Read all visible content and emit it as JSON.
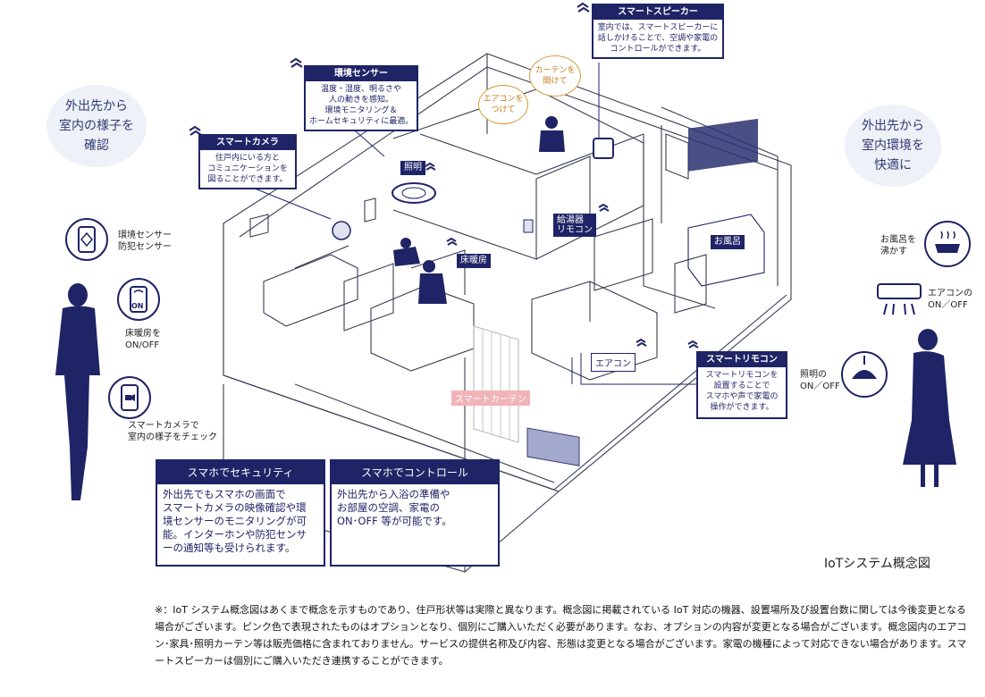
{
  "left_bubble": "外出先から\n室内の様子を\n確認",
  "right_bubble": "外出先から\n室内環境を\n快適に",
  "callouts": {
    "speaker": {
      "title": "スマートスピーカー",
      "body": "室内では、スマートスピーカーに\n話しかけることで、空調や家電の\nコントロールができます。"
    },
    "env_sensor": {
      "title": "環境センサー",
      "body": "温度・湿度、明るさや\n人の動きを感知。\n環境モニタリング＆\nホームセキュリティに最適。"
    },
    "camera": {
      "title": "スマートカメラ",
      "body": "住戸内にいる方と\nコミュニケーションを\n図ることができます。"
    },
    "remote": {
      "title": "スマートリモコン",
      "body": "スマートリモコンを\n設置することで\nスマホや声で家電の\n操作ができます。"
    }
  },
  "orange_bubbles": {
    "aircon": "エアコンを\nつけて",
    "curtain": "カーテンを\n開けて"
  },
  "tags": {
    "light": "照明",
    "water_heater": "給湯器\nリモコン",
    "floor_heating": "床暖房",
    "bath": "お風呂",
    "aircon": "エアコン",
    "smart_curtain": "スマートカーテン"
  },
  "left_icons": {
    "sensor": "環境センサー\n防犯センサー",
    "floor_heat_button": "ON",
    "floor_heat": "床暖房を\nON/OFF",
    "camera": "スマートカメラで\n室内の様子をチェック"
  },
  "right_icons": {
    "bath": "お風呂を\n沸かす",
    "aircon": "エアコンの\nON／OFF",
    "light": "照明の\nON／OFF"
  },
  "bottom_boxes": [
    {
      "title": "スマホでセキュリティ",
      "body": "外出先でもスマホの画面で\nスマートカメラの映像確認や環\n境センサーのモニタリングが可\n能。インターホンや防犯センサ\nーの通知等も受けられます。"
    },
    {
      "title": "スマホでコントロール",
      "body": "外出先から入浴の準備や\nお部屋の空調、家電の\nON･OFF 等が可能です。"
    }
  ],
  "figure_title": "IoTシステム概念図",
  "note": "※：IoT システム概念図はあくまで概念を示すものであり、住戸形状等は実際と異なります。概念図に掲載されている IoT 対応の機器、設置場所及び設置台数に関しては今後変更となる場合がございます。ピンク色で表現されたものはオプションとなり、個別にご購入いただく必要があります。なお、オプションの内容が変更となる場合がございます。概念図内のエアコン･家具･照明カーテン等は販売価格に含まれておりません。サービスの提供名称及び内容、形態は変更となる場合がございます。家電の機種によって対応できない場合があります。スマートスピーカーは個別にご購入いただき連携することができます。",
  "colors": {
    "navy": "#1f2466",
    "orange": "#d99a3a",
    "pink": "#f0b4b8"
  }
}
